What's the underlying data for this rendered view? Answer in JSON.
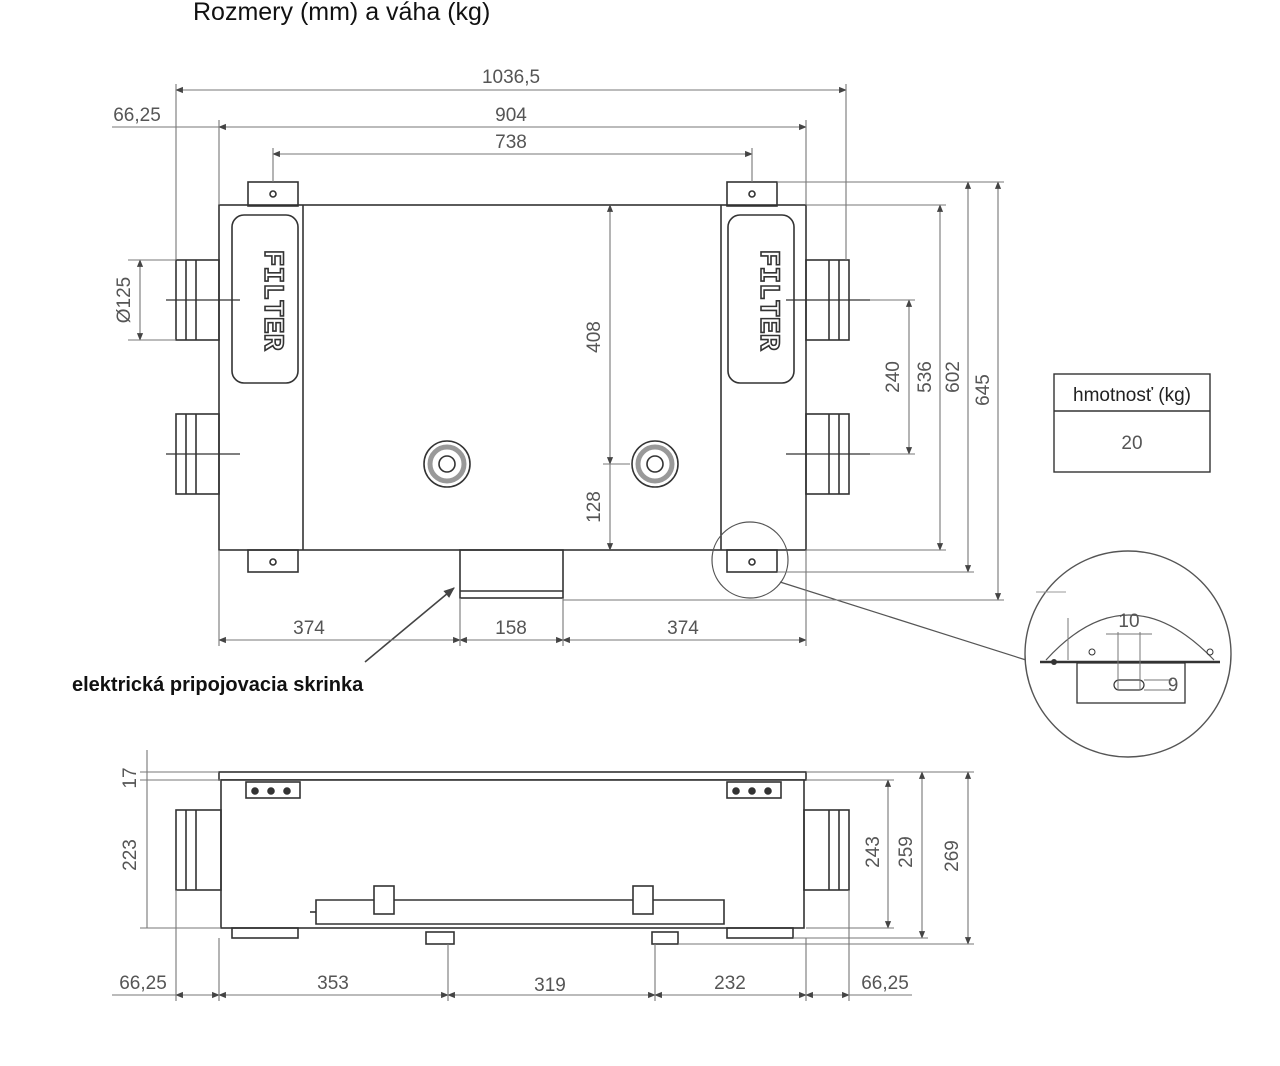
{
  "title": "Rozmery (mm) a váha (kg)",
  "callout_label": "elektrická pripojovacia skrinka",
  "filter_label": "FILTER",
  "weight_table": {
    "header": "hmotnosť (kg)",
    "value": "20"
  },
  "top_view": {
    "dims": {
      "overall_width": "1036,5",
      "offset_left": "66,25",
      "body_width": "904",
      "bracket_spacing": "738",
      "duct_diameter": "Ø125",
      "inner_height": "408",
      "lower_offset": "128",
      "duct_spacing": "240",
      "body_depth": "536",
      "bracket_depth": "602",
      "overall_depth": "645",
      "bottom_left": "374",
      "bottom_middle": "158",
      "bottom_right": "374"
    },
    "detail": {
      "hole_width": "10",
      "hole_height": "9"
    }
  },
  "side_view": {
    "dims": {
      "top_offset": "17",
      "duct_height": "223",
      "height_a": "243",
      "height_b": "259",
      "height_c": "269",
      "offset_left": "66,25",
      "segment_a": "353",
      "segment_b": "319",
      "segment_c": "232",
      "offset_right": "66,25"
    }
  },
  "colors": {
    "line": "#333333",
    "dim_line": "#777777",
    "text": "#555555"
  }
}
